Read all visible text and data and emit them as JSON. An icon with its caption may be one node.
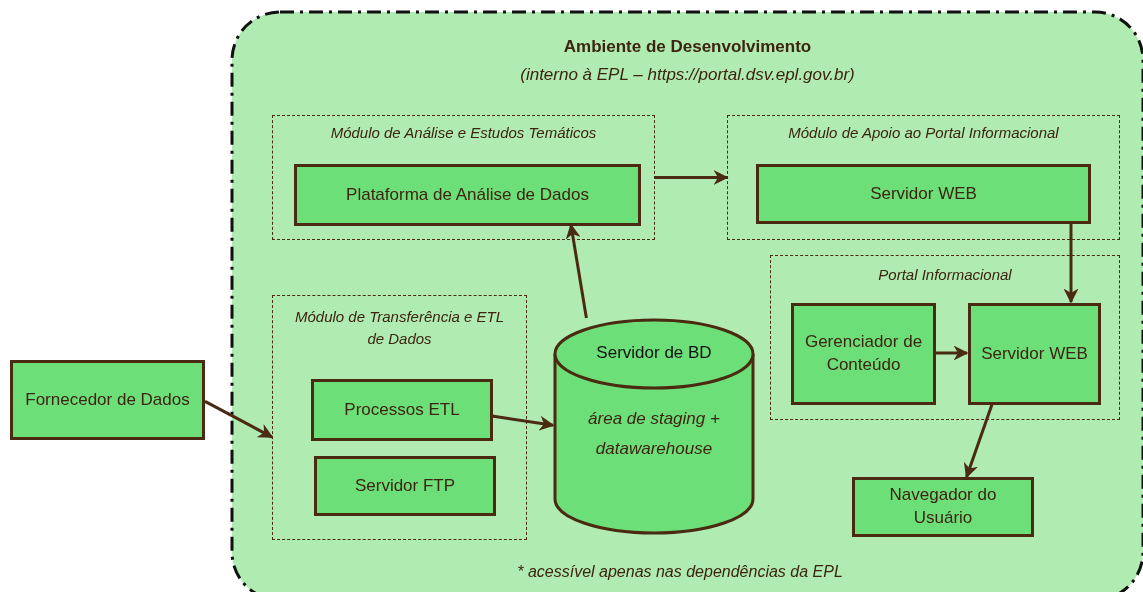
{
  "diagram": {
    "nodes": [
      {
        "text": [
          "Ambiente de Desenvolvimento",
          "(interno à EPL – https://portal.dsv.epl.gov.br)"
        ]
      },
      {
        "text": [
          "Módulo de Análise e Estudos Temáticos"
        ],
        "in": 0
      },
      {
        "text": [
          "Plataforma de Análise de Dados"
        ],
        "in": 1
      },
      {
        "text": [
          "Módulo de Apoio ao Portal Informacional"
        ],
        "in": 0
      },
      {
        "text": [
          "Servidor WEB"
        ],
        "in": 3
      },
      {
        "text": [
          "Módulo de Transferência e ETL de Dados"
        ],
        "in": 0
      },
      {
        "text": [
          "Processos ETL"
        ],
        "in": 5
      },
      {
        "text": [
          "Servidor FTP"
        ],
        "in": 5
      },
      {
        "text": [
          "Servidor de BD",
          "área de staging + datawarehouse"
        ],
        "in": 0
      },
      {
        "text": [
          "Portal Informacional"
        ],
        "in": 0
      },
      {
        "text": [
          "Gerenciador de Conteúdo"
        ],
        "in": 9
      },
      {
        "text": [
          "Servidor WEB"
        ],
        "in": 9
      },
      {
        "text": [
          "Navegador do Usuário"
        ],
        "in": 0
      },
      {
        "text": [
          "Fornecedor de Dados"
        ]
      }
    ],
    "edges": [
      {
        "from": 13,
        "to": 5,
        "arrow": "to"
      },
      {
        "from": 6,
        "to": 8,
        "arrow": "to"
      },
      {
        "from": 8,
        "to": 2,
        "arrow": "to"
      },
      {
        "from": 1,
        "to": 3,
        "arrow": "to"
      },
      {
        "from": 4,
        "to": 11,
        "arrow": "to"
      },
      {
        "from": 10,
        "to": 11,
        "arrow": "to"
      },
      {
        "from": 11,
        "to": 12,
        "arrow": "to"
      }
    ],
    "labels": [
      "* acessível apenas nas dependências da EPL"
    ]
  }
}
